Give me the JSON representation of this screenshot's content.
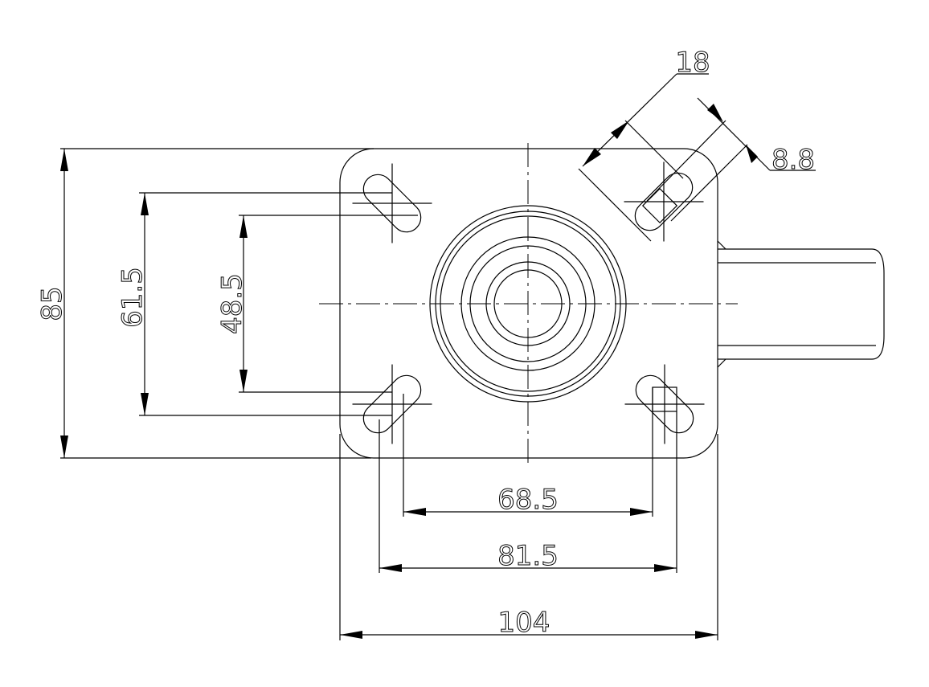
{
  "drawing": {
    "title": "Caster top plate dimension drawing",
    "dimensions": {
      "overall_height": "85",
      "hole_span_outer_vertical": "61.5",
      "hole_span_inner_vertical": "48.5",
      "hole_span_inner_horizontal": "68.5",
      "hole_span_outer_horizontal": "81.5",
      "overall_width": "104",
      "slot_length": "18",
      "slot_width": "8.8"
    }
  }
}
